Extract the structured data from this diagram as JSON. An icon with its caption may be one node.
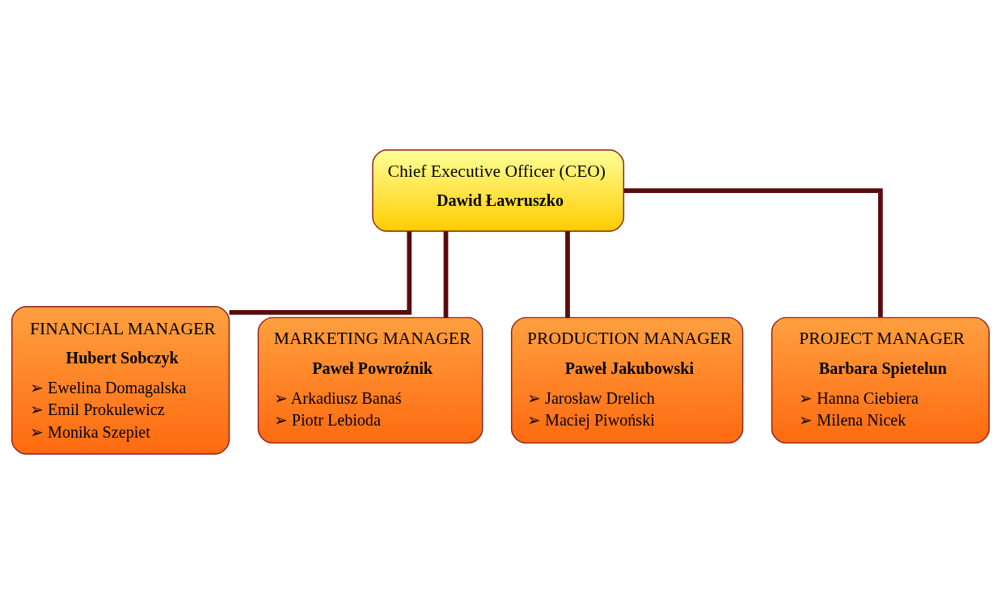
{
  "diagram": {
    "nodes": [
      {
        "text": [
          "Chief Executive Officer (CEO)",
          "Dawid Ławruszko"
        ]
      },
      {
        "text": [
          "FINANCIAL MANAGER",
          "Hubert Sobczyk",
          "➢ Ewelina Domagalska",
          "➢ Emil Prokulewicz",
          "➢ Monika Szepiet"
        ]
      },
      {
        "text": [
          "MARKETING MANAGER",
          "Paweł Powroźnik",
          "➢ Arkadiusz Banaś",
          "➢ Piotr Lebioda"
        ]
      },
      {
        "text": [
          "PRODUCTION MANAGER",
          "Paweł Jakubowski",
          "➢ Jarosław Drelich",
          "➢ Maciej Piwoński"
        ]
      },
      {
        "text": [
          "PROJECT MANAGER",
          "Barbara Spietelun",
          "➢ Hanna Ciebiera",
          "➢ Milena Nicek"
        ]
      }
    ],
    "edges": [
      {
        "from": 0,
        "to": 1,
        "arrow": "none"
      },
      {
        "from": 0,
        "to": 2,
        "arrow": "none"
      },
      {
        "from": 0,
        "to": 3,
        "arrow": "none"
      },
      {
        "from": 0,
        "to": 4,
        "arrow": "none"
      }
    ]
  }
}
